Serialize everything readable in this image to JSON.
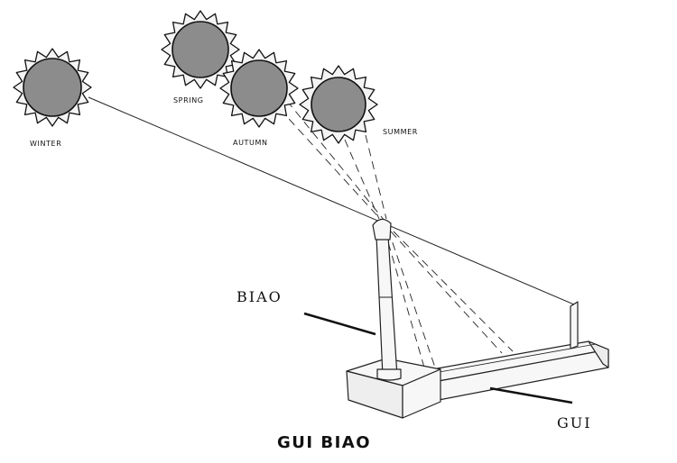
{
  "suns": [
    {
      "id": "winter",
      "label": "WINTER"
    },
    {
      "id": "spring",
      "label": "SPRING"
    },
    {
      "id": "autumn",
      "label": "AUTUMN"
    },
    {
      "id": "summer",
      "label": "SUMMER"
    }
  ],
  "callouts": {
    "biao": "BIAO",
    "gui": "GUI"
  },
  "title": "GUI BIAO",
  "colors": {
    "sun_fill": "#8c8c8c",
    "sun_rays": "#f4f4f4",
    "ink": "#111111",
    "instrument_fill": "#f7f7f7"
  }
}
